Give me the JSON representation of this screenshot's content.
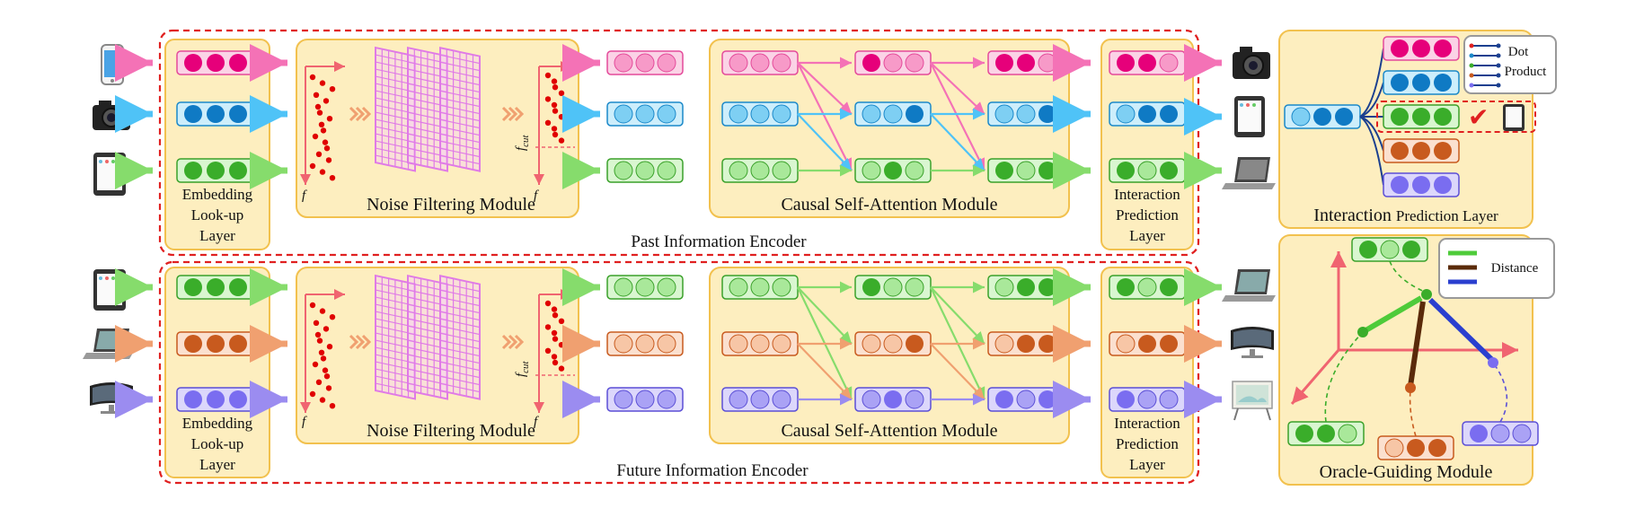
{
  "colors": {
    "panel_fill": "#fdeebf",
    "panel_stroke": "#f2c14e",
    "encoder_border": "#e02020",
    "pink": "#f472b6",
    "blue": "#4fc3f7",
    "green": "#86dc6c",
    "orange": "#f0a070",
    "purple": "#9b8cf0",
    "noise_dots": "#e00000",
    "noise_grid": "#e07ae6"
  },
  "past_encoder": {
    "title": "Past Information Encoder",
    "inputs": [
      "phone-icon",
      "camera-icon",
      "tablet-icon"
    ],
    "outputs": [
      "camera-icon",
      "tablet-icon",
      "laptop-icon"
    ],
    "embedding": {
      "label_1": "Embedding",
      "label_2": "Look-up",
      "label_3": "Layer"
    },
    "noise": {
      "title": "Noise Filtering Module",
      "axis_f": "f",
      "axis_fcut": "f",
      "fcut_sub": "cut"
    },
    "attention": {
      "title": "Causal Self-Attention Module"
    },
    "prediction": {
      "label_1": "Interaction",
      "label_2": "Prediction",
      "label_3": "Layer"
    }
  },
  "future_encoder": {
    "title": "Future Information Encoder",
    "inputs": [
      "tablet-icon",
      "laptop-icon",
      "monitor-icon"
    ],
    "outputs": [
      "laptop-icon",
      "monitor-icon",
      "tv-icon"
    ],
    "embedding": {
      "label_1": "Embedding",
      "label_2": "Look-up",
      "label_3": "Layer"
    },
    "noise": {
      "title": "Noise Filtering Module",
      "axis_f": "f",
      "axis_fcut": "f",
      "fcut_sub": "cut"
    },
    "attention": {
      "title": "Causal Self-Attention Module"
    },
    "prediction": {
      "label_1": "Interaction",
      "label_2": "Prediction",
      "label_3": "Layer"
    }
  },
  "interaction_layer": {
    "title_part1": "Interaction",
    "title_part2": "Prediction Layer",
    "legend_line1": "Dot",
    "legend_line2": "Product",
    "check_mark": "✔"
  },
  "oracle_module": {
    "title": "Oracle-Guiding Module",
    "legend_label": "Distance"
  }
}
